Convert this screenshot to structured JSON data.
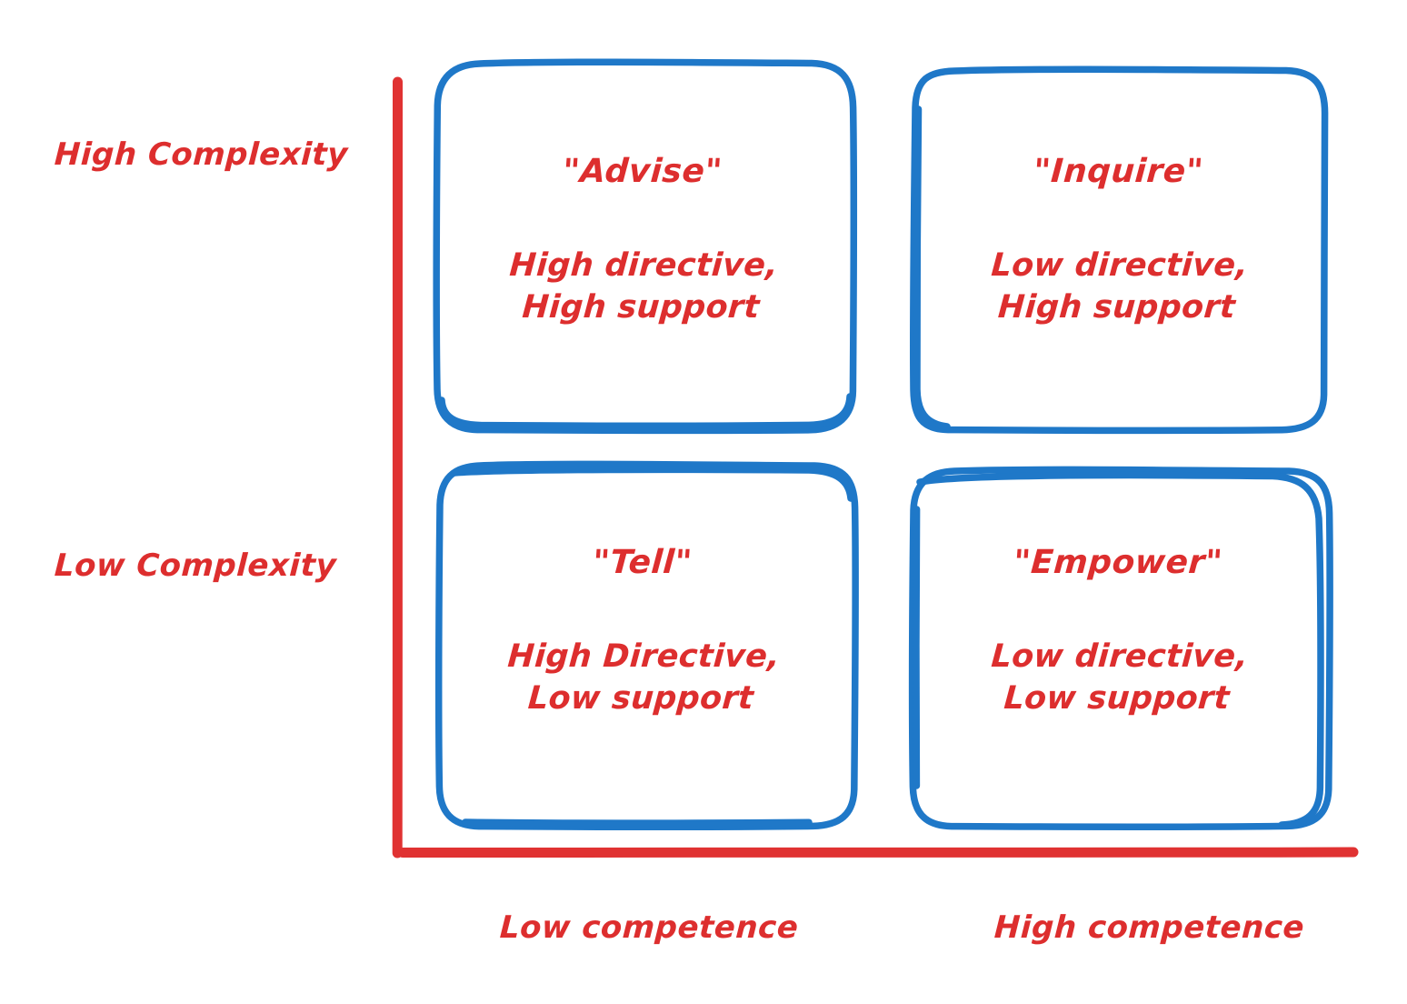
{
  "figure": {
    "kind": "2x2-matrix-diagram",
    "colors": {
      "stroke_blue": "#1F78C8",
      "text_red": "#DD2E2E",
      "background": "#FFFFFF"
    }
  },
  "axes": {
    "y_axis": {
      "name": "Complexity",
      "high_label": "High Complexity",
      "low_label": "Low Complexity"
    },
    "x_axis": {
      "name": "Competence",
      "low_label": "Low competence",
      "high_label": "High competence"
    }
  },
  "quadrants": [
    {
      "id": "advise",
      "title": "\"Advise\"",
      "desc_line1": "High directive,",
      "desc_line2": "High support",
      "position": "top-left"
    },
    {
      "id": "inquire",
      "title": "\"Inquire\"",
      "desc_line1": "Low directive,",
      "desc_line2": "High support",
      "position": "top-right"
    },
    {
      "id": "tell",
      "title": "\"Tell\"",
      "desc_line1": "High Directive,",
      "desc_line2": "Low support",
      "position": "bottom-left"
    },
    {
      "id": "empower",
      "title": "\"Empower\"",
      "desc_line1": "Low directive,",
      "desc_line2": "Low support",
      "position": "bottom-right"
    }
  ]
}
